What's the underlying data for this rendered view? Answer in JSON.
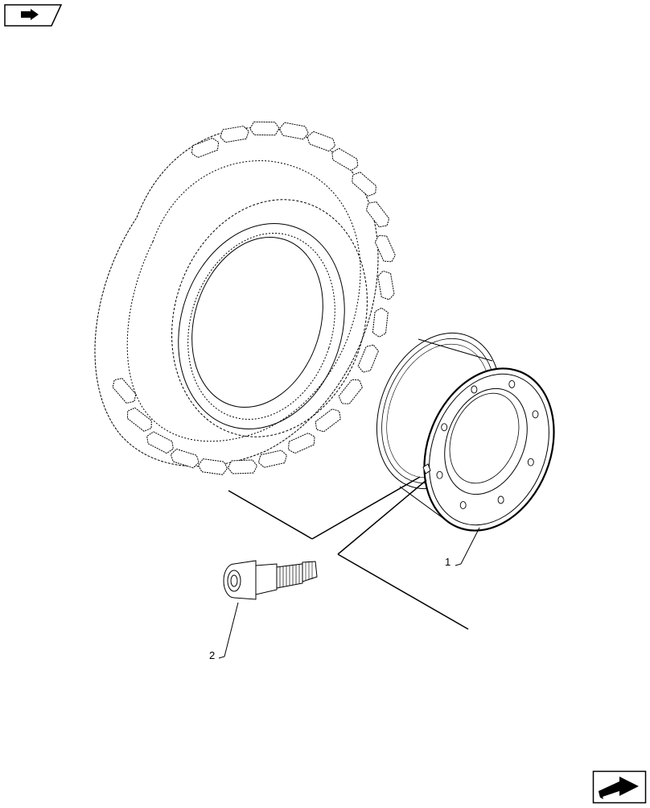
{
  "figure": {
    "callouts": [
      {
        "id": "1",
        "text": "1",
        "part": "wheel-rim"
      },
      {
        "id": "2",
        "text": "2",
        "part": "tire-valve"
      }
    ]
  },
  "icons": {
    "top_left": "previous-page-icon",
    "bottom_right": "next-page-icon"
  },
  "colors": {
    "line": "#000000",
    "background": "#ffffff"
  }
}
